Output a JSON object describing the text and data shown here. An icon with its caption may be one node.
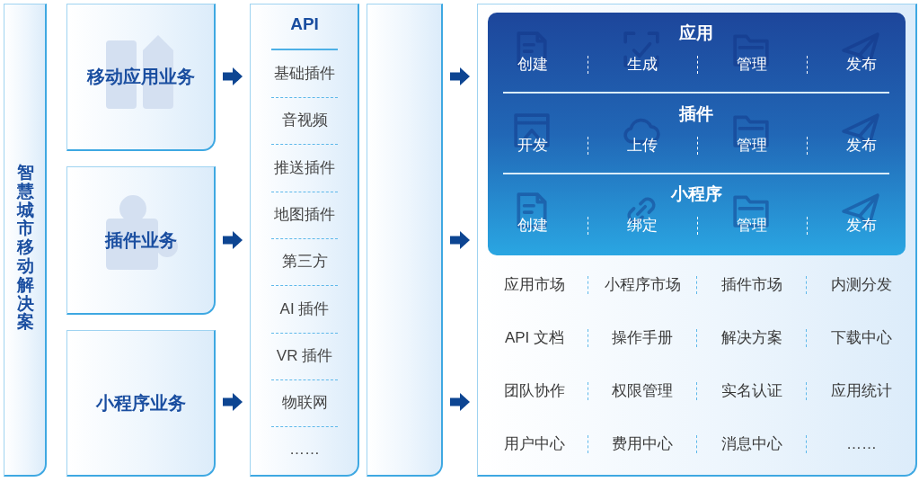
{
  "diagram": {
    "nodes": [
      {
        "text": [
          "智慧城市移动解决案"
        ]
      },
      {
        "text": [
          "移动应用业务"
        ]
      },
      {
        "text": [
          "插件业务"
        ]
      },
      {
        "text": [
          "小程序业务"
        ]
      },
      {
        "text": [
          "API",
          "基础插件",
          "音视频",
          "推送插件",
          "地图插件",
          "第三方",
          "AI 插件",
          "VR 插件",
          "物联网",
          "……"
        ]
      },
      {
        "text": [],
        "shape": "box"
      },
      {
        "text": [
          "应用市场",
          "小程序市场",
          "插件市场",
          "内测分发",
          "API 文档",
          "操作手册",
          "解决方案",
          "下载中心",
          "团队协作",
          "权限管理",
          "实名认证",
          "应用统计",
          "用户中心",
          "费用中心",
          "消息中心",
          "……"
        ]
      },
      {
        "text": [
          "应用",
          "创建",
          "生成",
          "管理",
          "发布",
          "插件",
          "开发",
          "上传",
          "管理",
          "发布",
          "小程序",
          "创建",
          "绑定",
          "管理",
          "发布"
        ],
        "in": 6
      }
    ],
    "edges": [
      {
        "from": 1,
        "to": 4,
        "arrow": "to"
      },
      {
        "from": 2,
        "to": 4,
        "arrow": "to"
      },
      {
        "from": 3,
        "to": 4,
        "arrow": "to"
      },
      {
        "from": 5,
        "to": 6,
        "arrow": "to"
      },
      {
        "from": 5,
        "to": 6,
        "arrow": "to"
      },
      {
        "from": 5,
        "to": 6,
        "arrow": "to"
      }
    ]
  }
}
